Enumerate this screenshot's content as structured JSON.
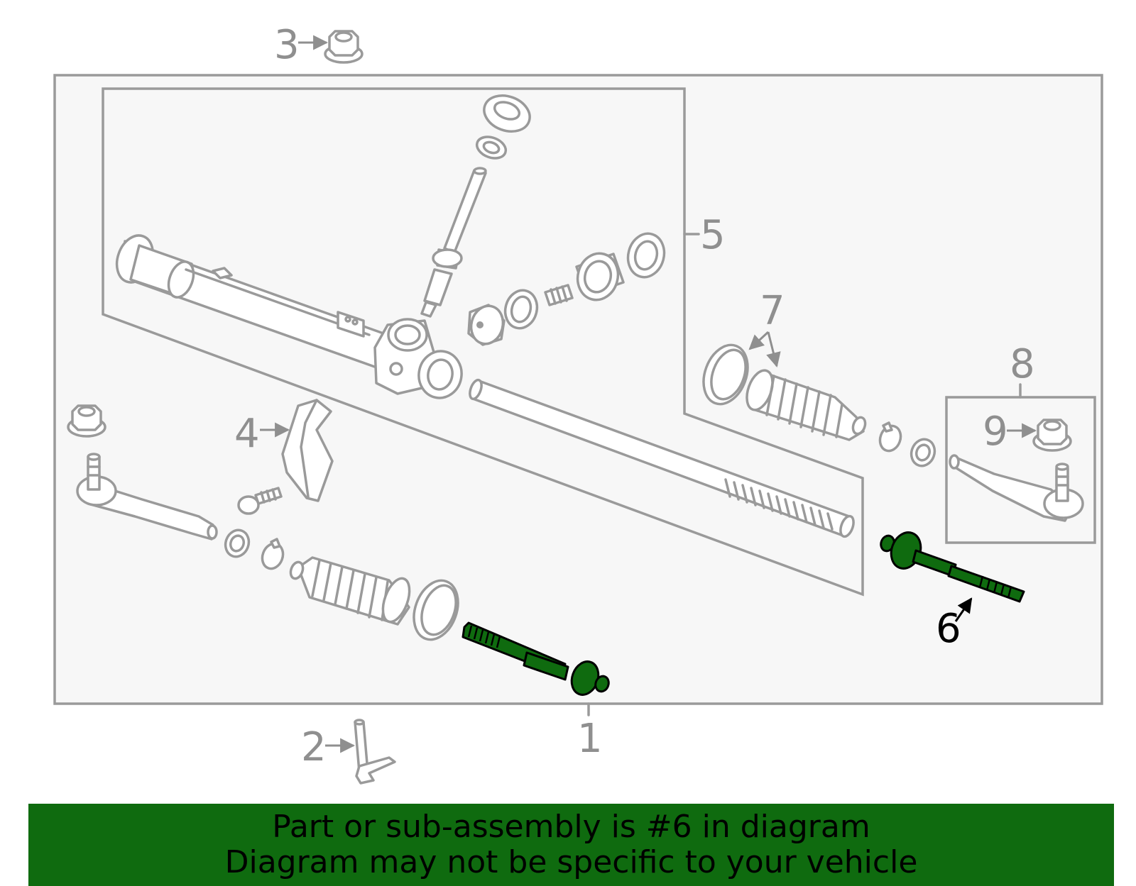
{
  "callouts": {
    "c1": "1",
    "c2": "2",
    "c3": "3",
    "c4": "4",
    "c5": "5",
    "c6": "6",
    "c7": "7",
    "c8": "8",
    "c9": "9"
  },
  "highlighted_part": "6",
  "banner": {
    "line1": "Part or sub-assembly is #6 in diagram",
    "line2": "Diagram may not be specific to your vehicle"
  },
  "colors": {
    "highlight": "#0f6b0f",
    "outline": "#9a9a9a",
    "panel": "#f7f7f7"
  }
}
